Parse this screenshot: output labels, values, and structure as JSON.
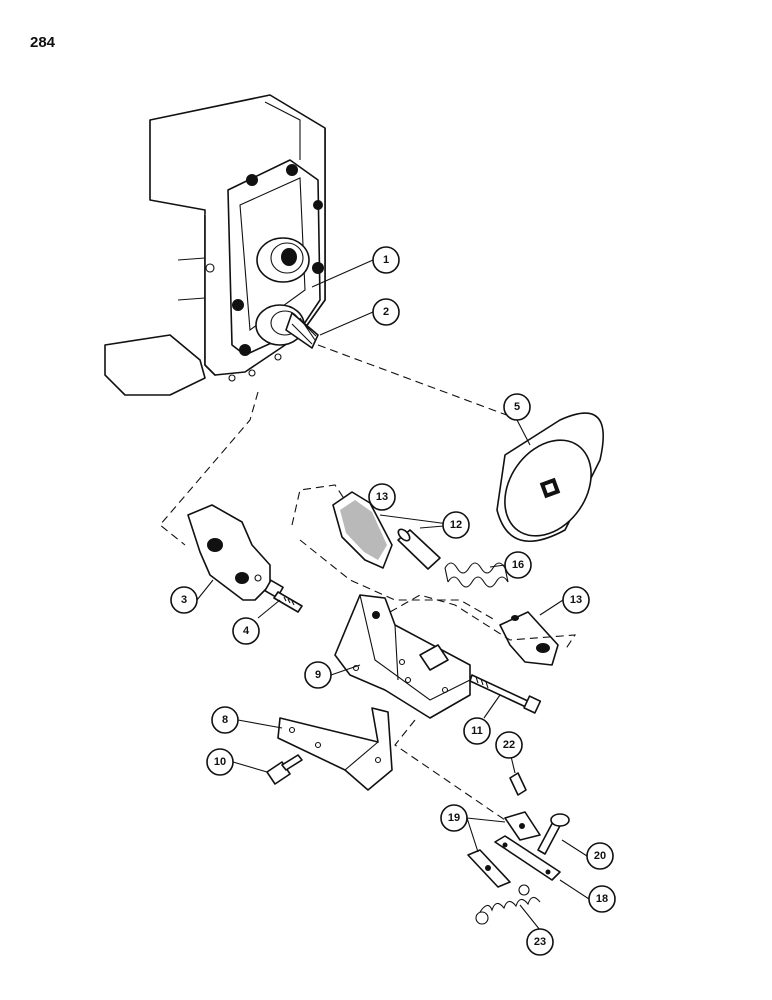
{
  "page_number": "284",
  "callouts": [
    "1",
    "2",
    "3",
    "4",
    "5",
    "8",
    "9",
    "10",
    "11",
    "12",
    "13",
    "13",
    "16",
    "18",
    "19",
    "20",
    "22",
    "23"
  ]
}
